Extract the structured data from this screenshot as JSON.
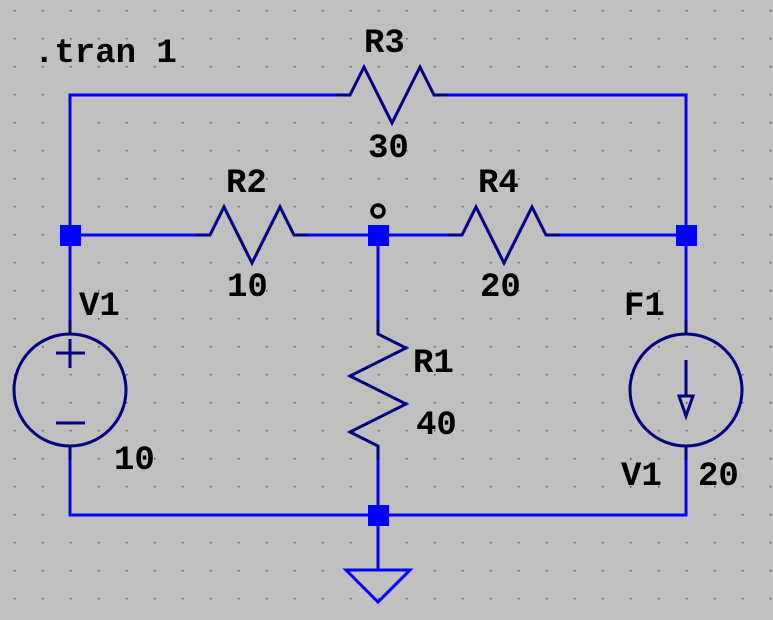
{
  "schematic": {
    "background_color": "#c0c0c0",
    "wire_color": "#0000ff",
    "symbol_color": "#000080",
    "directive": ".tran 1",
    "components": [
      {
        "ref": "R3",
        "type": "resistor",
        "value": "30"
      },
      {
        "ref": "R2",
        "type": "resistor",
        "value": "10"
      },
      {
        "ref": "R4",
        "type": "resistor",
        "value": "20"
      },
      {
        "ref": "R1",
        "type": "resistor",
        "value": "40"
      },
      {
        "ref": "V1",
        "type": "voltage-source",
        "value": "10"
      },
      {
        "ref": "F1",
        "type": "current-controlled-current-source",
        "control": "V1",
        "gain": "20"
      }
    ],
    "ground": "ground-symbol",
    "node_marker": "o"
  }
}
